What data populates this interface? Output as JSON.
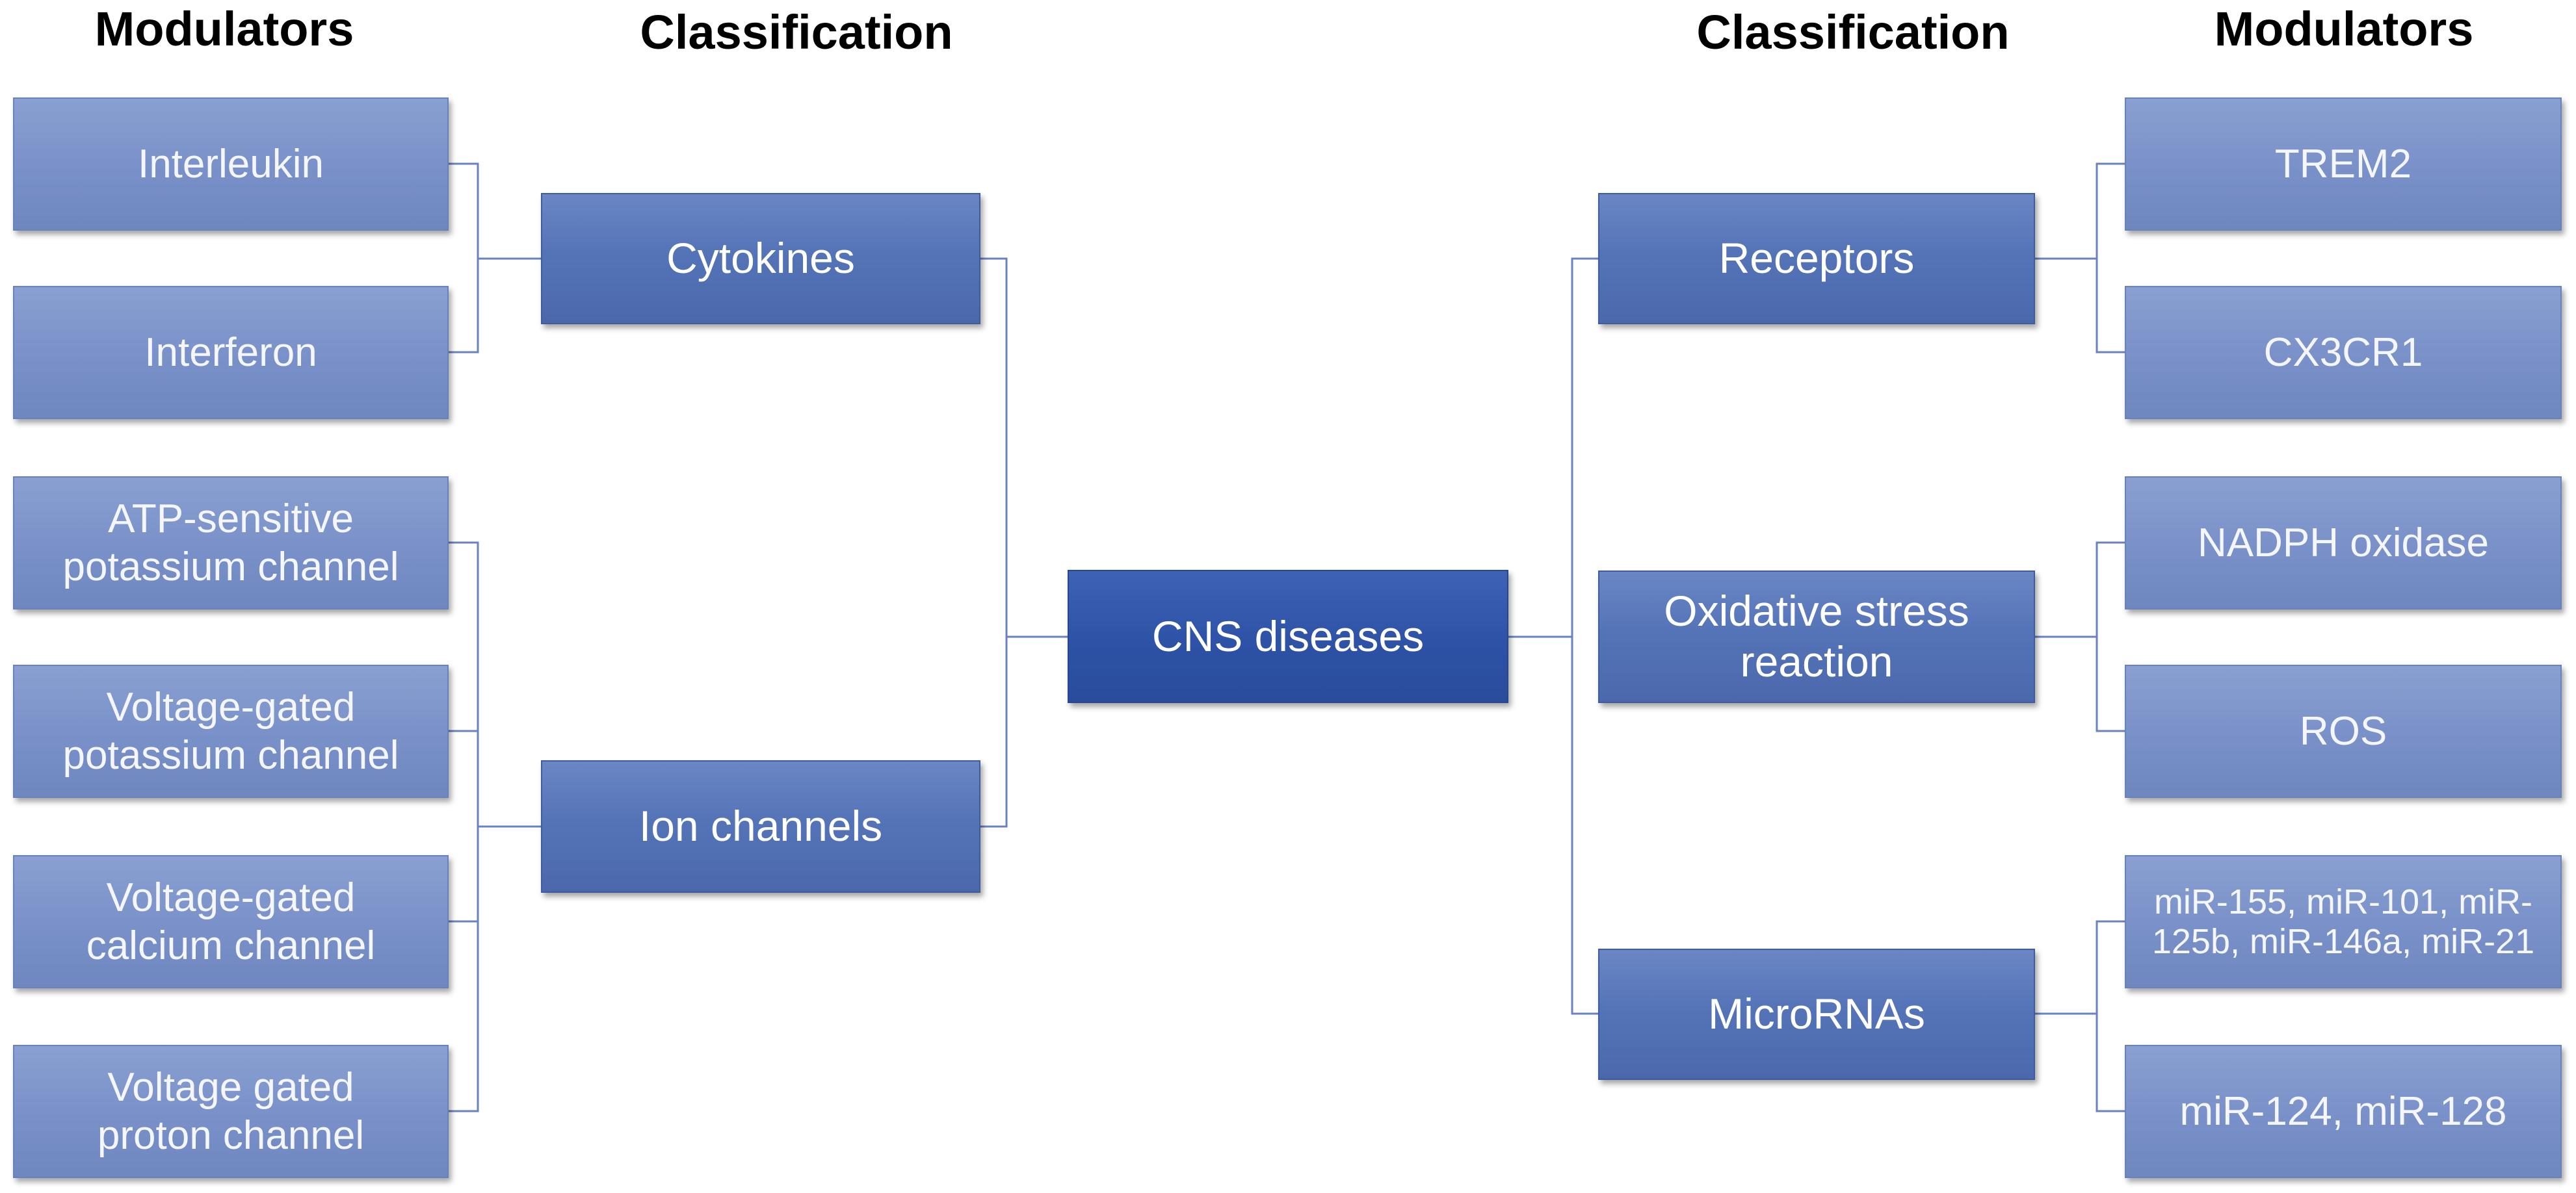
{
  "headers": {
    "left_modulators": "Modulators",
    "left_classification": "Classification",
    "right_classification": "Classification",
    "right_modulators": "Modulators"
  },
  "center": {
    "label": "CNS diseases"
  },
  "left_classes": [
    {
      "label": "Cytokines",
      "modulators": [
        "Interleukin",
        "Interferon"
      ]
    },
    {
      "label": "Ion channels",
      "modulators": [
        "ATP-sensitive potassium channel",
        "Voltage-gated potassium channel",
        "Voltage-gated calcium channel",
        "Voltage gated proton channel"
      ]
    }
  ],
  "right_classes": [
    {
      "label": "Receptors",
      "modulators": [
        "TREM2",
        "CX3CR1"
      ]
    },
    {
      "label": "Oxidative stress reaction",
      "modulators": [
        "NADPH oxidase",
        "ROS"
      ]
    },
    {
      "label": "MicroRNAs",
      "modulators": [
        "miR-155, miR-101, miR-125b, miR-146a, miR-21",
        "miR-124, miR-128"
      ]
    }
  ]
}
